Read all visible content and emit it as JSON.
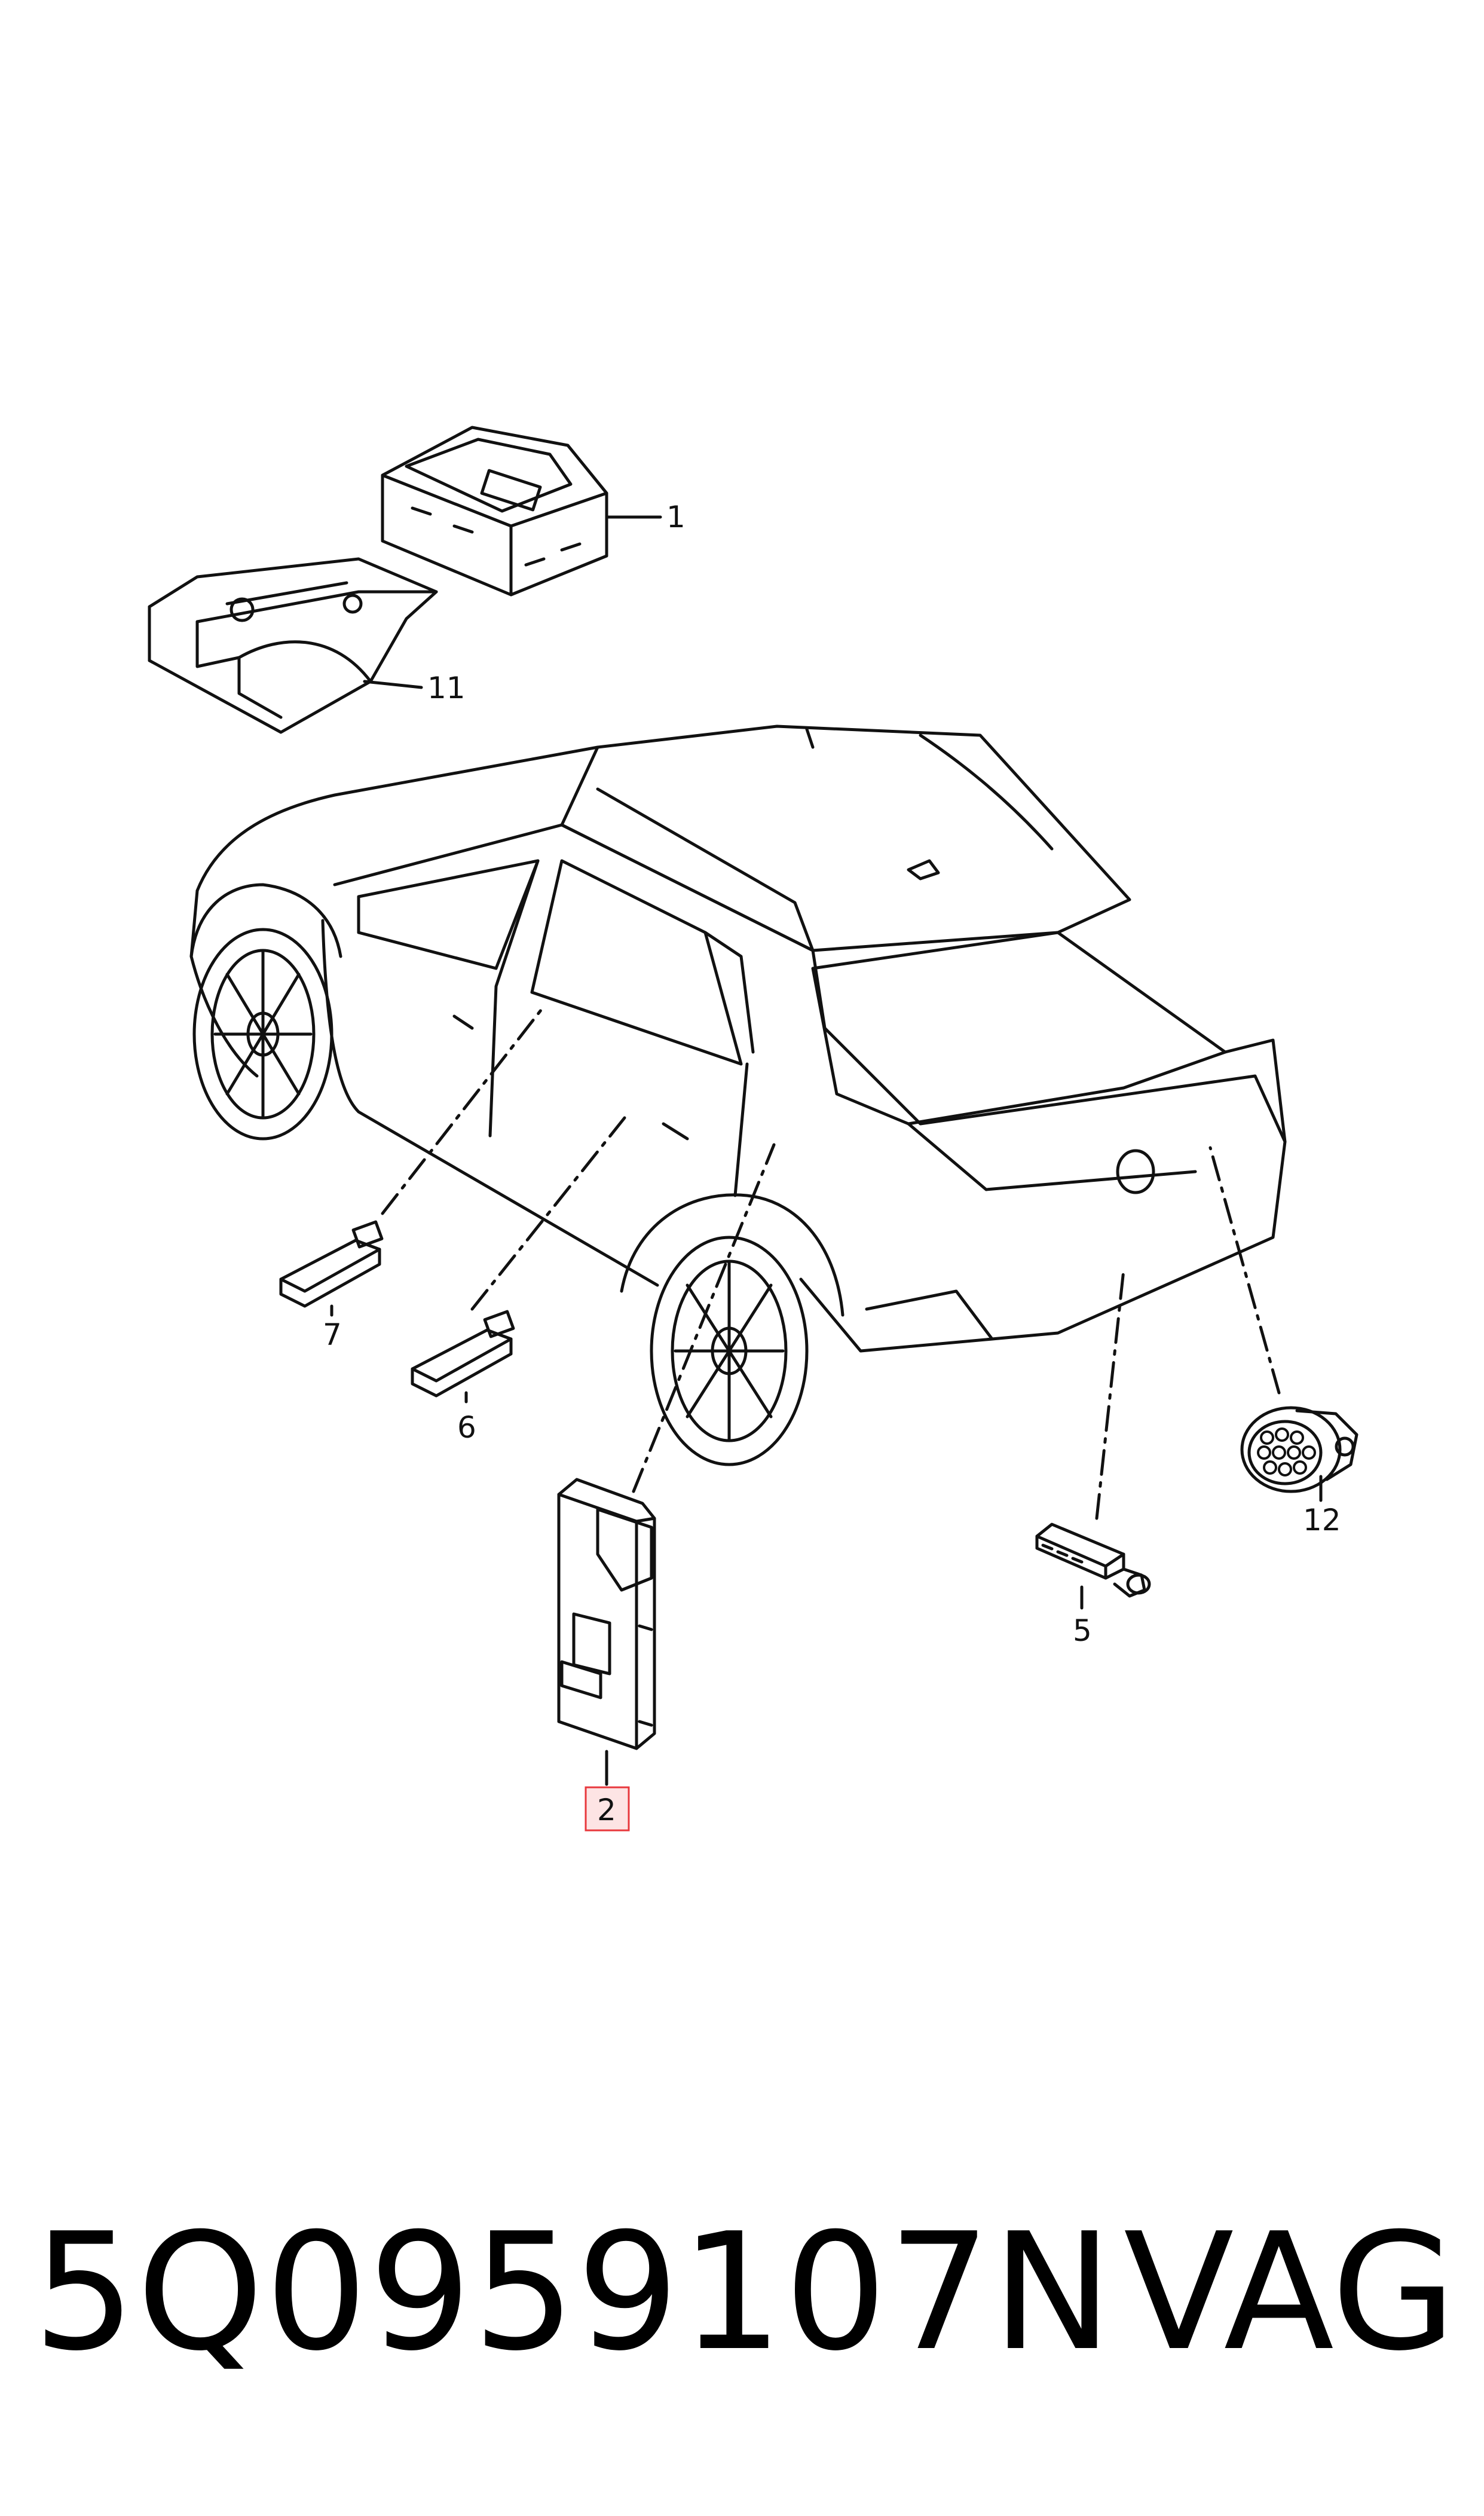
{
  "diagram": {
    "callouts": [
      {
        "id": "1",
        "label": "1"
      },
      {
        "id": "11",
        "label": "11"
      },
      {
        "id": "7",
        "label": "7"
      },
      {
        "id": "6",
        "label": "6"
      },
      {
        "id": "12",
        "label": "12"
      },
      {
        "id": "5",
        "label": "5"
      },
      {
        "id": "2",
        "label": "2",
        "highlighted": true
      }
    ],
    "highlight_color": "#e8383d",
    "highlight_fill": "#fde4e4"
  },
  "footer": {
    "part_number": "5Q0959107N",
    "brand": "VAG"
  }
}
